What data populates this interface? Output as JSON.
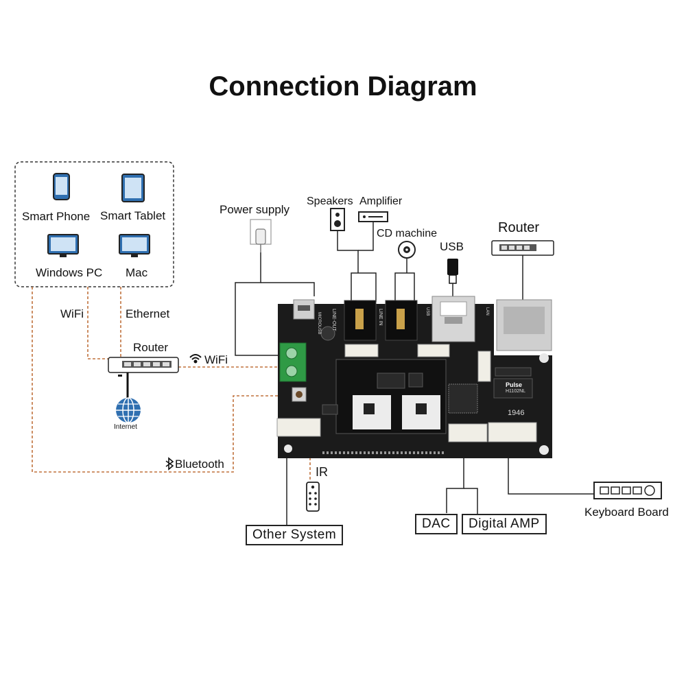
{
  "title": "Connection Diagram",
  "devices": {
    "smart_phone": "Smart Phone",
    "smart_tablet": "Smart Tablet",
    "windows_pc": "Windows PC",
    "mac": "Mac"
  },
  "links": {
    "wifi_left": "WiFi",
    "ethernet": "Ethernet",
    "router_left": "Router",
    "wifi_router": "WiFi",
    "internet": "Internet",
    "bluetooth": "Bluetooth",
    "ir": "IR"
  },
  "top_labels": {
    "power_supply": "Power supply",
    "speakers": "Speakers",
    "amplifier": "Amplifier",
    "cd_machine": "CD machine",
    "usb": "USB",
    "router_right": "Router"
  },
  "bottom_labels": {
    "other_system": "Other System",
    "dac": "DAC",
    "digital_amp": "Digital AMP",
    "keyboard_board": "Keyboard Board"
  },
  "board_text": {
    "pulse_brand": "Pulse",
    "pulse_part": "H1102NL",
    "line_out": "LINE-OUT",
    "line_in": "LINE IN",
    "micro_usb": "MICROUSB",
    "usb_port": "USB",
    "lan_port": "LAN",
    "chip_code": "1946"
  },
  "colors": {
    "dashed_link": "#c0713c",
    "board": "#1b1b1b",
    "terminal": "#2f9a45"
  }
}
